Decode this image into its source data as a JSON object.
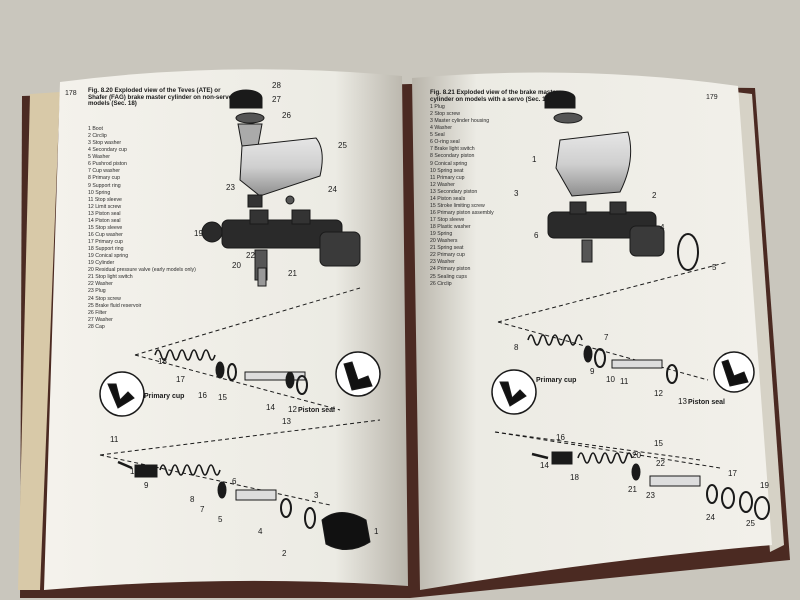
{
  "left_page": {
    "page_number": "178",
    "caption": "Fig. 8.20 Exploded view of the Teves (ATE) or Shafer (FAG) brake master cylinder on non-servo models (Sec. 18)",
    "legend": [
      "1 Boot",
      "2 Circlip",
      "3 Stop washer",
      "4 Secondary cup",
      "5 Washer",
      "6 Pushrod piston",
      "7 Cup washer",
      "8 Primary cup",
      "9 Support ring",
      "10 Spring",
      "11 Stop sleeve",
      "12 Limit screw",
      "13 Piston seal",
      "14 Piston seal",
      "15 Stop sleeve",
      "16 Cup washer",
      "17 Primary cup",
      "18 Support ring",
      "19 Conical spring",
      "19 Cylinder",
      "20 Residual pressure valve (early models only)",
      "21 Stop light switch",
      "22 Washer",
      "23 Plug",
      "24 Stop screw",
      "25 Brake fluid reservoir",
      "26 Filter",
      "27 Washer",
      "28 Cap"
    ],
    "labels": [
      "28",
      "27",
      "26",
      "25",
      "23",
      "24",
      "19",
      "22",
      "20",
      "21",
      "18",
      "17",
      "16",
      "15",
      "14",
      "12",
      "13",
      "11",
      "10",
      "9",
      "8",
      "7",
      "6",
      "5",
      "4",
      "3",
      "2",
      "1"
    ],
    "callouts": {
      "primary_cup": "Primary cup",
      "piston_seal": "Piston seal"
    }
  },
  "right_page": {
    "page_number": "179",
    "caption": "Fig. 8.21 Exploded view of the brake master cylinder on models with a servo (Sec. 18)",
    "legend": [
      "1 Plug",
      "2 Stop screw",
      "3 Master cylinder housing",
      "4 Washer",
      "5 Seal",
      "6 O-ring seal",
      "7 Brake light switch",
      "8 Secondary piston",
      "9 Conical spring",
      "10 Spring seat",
      "11 Primary cup",
      "12 Washer",
      "13 Secondary piston",
      "14 Piston seals",
      "15 Stroke limiting screw",
      "16 Primary piston assembly",
      "17 Stop sleeve",
      "18 Plastic washer",
      "19 Spring",
      "20 Washers",
      "21 Spring seat",
      "22 Primary cup",
      "23 Washer",
      "24 Primary piston",
      "25 Sealing cups",
      "26 Circlip"
    ],
    "labels": [
      "1",
      "2",
      "3",
      "6",
      "4",
      "5",
      "7",
      "8",
      "9",
      "10",
      "11",
      "12",
      "13",
      "14",
      "16",
      "15",
      "18",
      "17",
      "20",
      "21",
      "22",
      "23",
      "19",
      "24",
      "25"
    ],
    "callouts": {
      "primary_cup": "Primary cup",
      "piston_seal": "Piston seal"
    }
  },
  "colors": {
    "table": "#c9c6bd",
    "cover": "#4b2a22",
    "paper": "#f4f2ec",
    "ink": "#1a1a1a"
  }
}
